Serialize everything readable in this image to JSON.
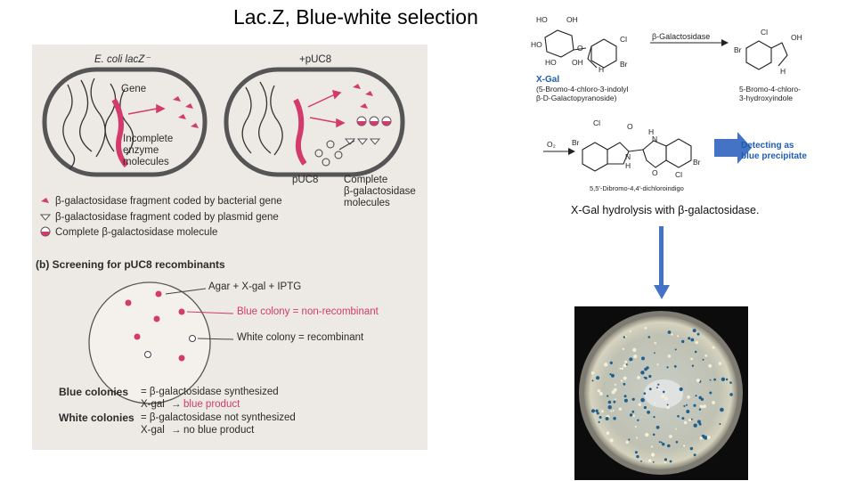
{
  "slide_title": "Lac.Z, Blue-white selection",
  "textbook": {
    "ecoli_label": "E. coli lacZ⁻",
    "puc8_label": "+pUC8",
    "gene_label": "Gene",
    "incomplete_label": [
      "Incomplete",
      "enzyme",
      "molecules"
    ],
    "puc8_plasmid_label": "pUC8",
    "complete_label": [
      "Complete",
      "β-galactosidase",
      "molecules"
    ],
    "legend": [
      "β-galactosidase fragment coded by bacterial gene",
      "β-galactosidase fragment coded by plasmid gene",
      "Complete β-galactosidase molecule"
    ],
    "section_b_title": "(b)  Screening for pUC8 recombinants",
    "agar_label": "Agar + X-gal + IPTG",
    "blue_colony_label": "Blue colony = non-recombinant",
    "white_colony_label": "White colony = recombinant",
    "blue_colonies_label": "Blue colonies",
    "blue_colonies_eq": "= β-galactosidase synthesized",
    "blue_xgal_a": "X-gal",
    "blue_xgal_b": "blue product",
    "white_colonies_label": "White colonies",
    "white_colonies_eq": "= β-galactosidase not synthesized",
    "white_xgal_a": "X-gal",
    "white_xgal_b": "no blue product"
  },
  "chemistry": {
    "enzyme_label": "β-Galactosidase",
    "xgal_name": "X-Gal",
    "xgal_desc": [
      "(5-Bromo-4-chloro-3-indolyl",
      "β-D-Galactopyranoside)"
    ],
    "product_desc": [
      "5-Bromo-4-chloro-",
      "3-hydroxyindole"
    ],
    "o2_label": "O₂",
    "indigo_name": "5,5'-Dibromo-4,4'-dichloroindigo",
    "detect_label": [
      "Detecting as",
      "blue precipitate"
    ],
    "atoms": {
      "ho": "HO",
      "oh": "OH",
      "o": "O",
      "cl": "Cl",
      "br": "Br",
      "h": "H",
      "n": "N"
    },
    "colors": {
      "accent_blue": "#4472c4",
      "detect_text": "#1f5fb0"
    }
  },
  "caption": "X-Gal hydrolysis with β-galactosidase.",
  "colors": {
    "pink": "#d23b6b",
    "paper": "#ede9e4",
    "arrow": "#4472c4"
  }
}
